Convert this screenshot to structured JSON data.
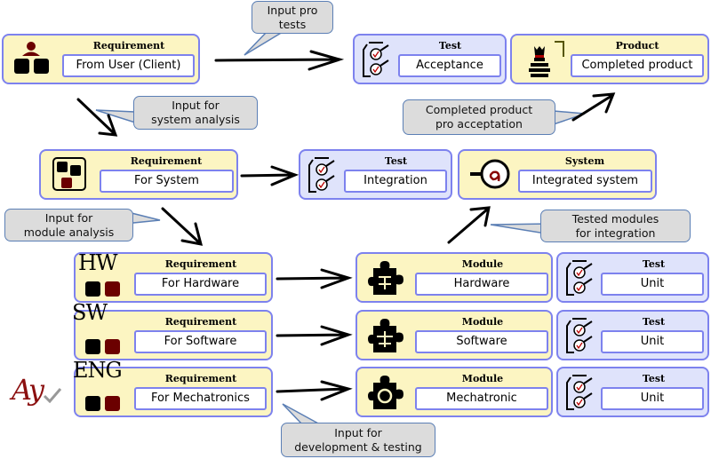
{
  "boxes": {
    "req_user": {
      "header": "Requirement",
      "value": "From User (Client)"
    },
    "test_acceptance": {
      "header": "Test",
      "value": "Acceptance"
    },
    "product": {
      "header": "Product",
      "value": "Completed product"
    },
    "req_system": {
      "header": "Requirement",
      "value": "For System"
    },
    "test_integration": {
      "header": "Test",
      "value": "Integration"
    },
    "system": {
      "header": "System",
      "value": "Integrated system"
    },
    "req_hw": {
      "header": "Requirement",
      "value": "For Hardware"
    },
    "req_sw": {
      "header": "Requirement",
      "value": "For Software"
    },
    "req_eng": {
      "header": "Requirement",
      "value": "For Mechatronics"
    },
    "mod_hw": {
      "header": "Module",
      "value": "Hardware"
    },
    "mod_sw": {
      "header": "Module",
      "value": "Software"
    },
    "mod_mech": {
      "header": "Module",
      "value": "Mechatronic"
    },
    "unit1": {
      "header": "Test",
      "value": "Unit"
    },
    "unit2": {
      "header": "Test",
      "value": "Unit"
    },
    "unit3": {
      "header": "Test",
      "value": "Unit"
    }
  },
  "labels": {
    "hw": "HW",
    "sw": "SW",
    "eng": "ENG",
    "logo": "Ay"
  },
  "callouts": {
    "pro_tests": "Input pro\ntests",
    "system_analysis": "Input for\nsystem analysis",
    "pro_acceptation": "Completed product\npro acceptation",
    "module_analysis": "Input for\nmodule analysis",
    "tested_modules": "Tested modules\nfor integration",
    "dev_testing": "Input for\ndevelopment & testing"
  },
  "colors": {
    "requirement_bg": "#fcf5c2",
    "test_bg": "#dfe3fb",
    "border": "#7d82ee",
    "accent": "#6b0000",
    "callout_bg": "#dcdcdc"
  }
}
